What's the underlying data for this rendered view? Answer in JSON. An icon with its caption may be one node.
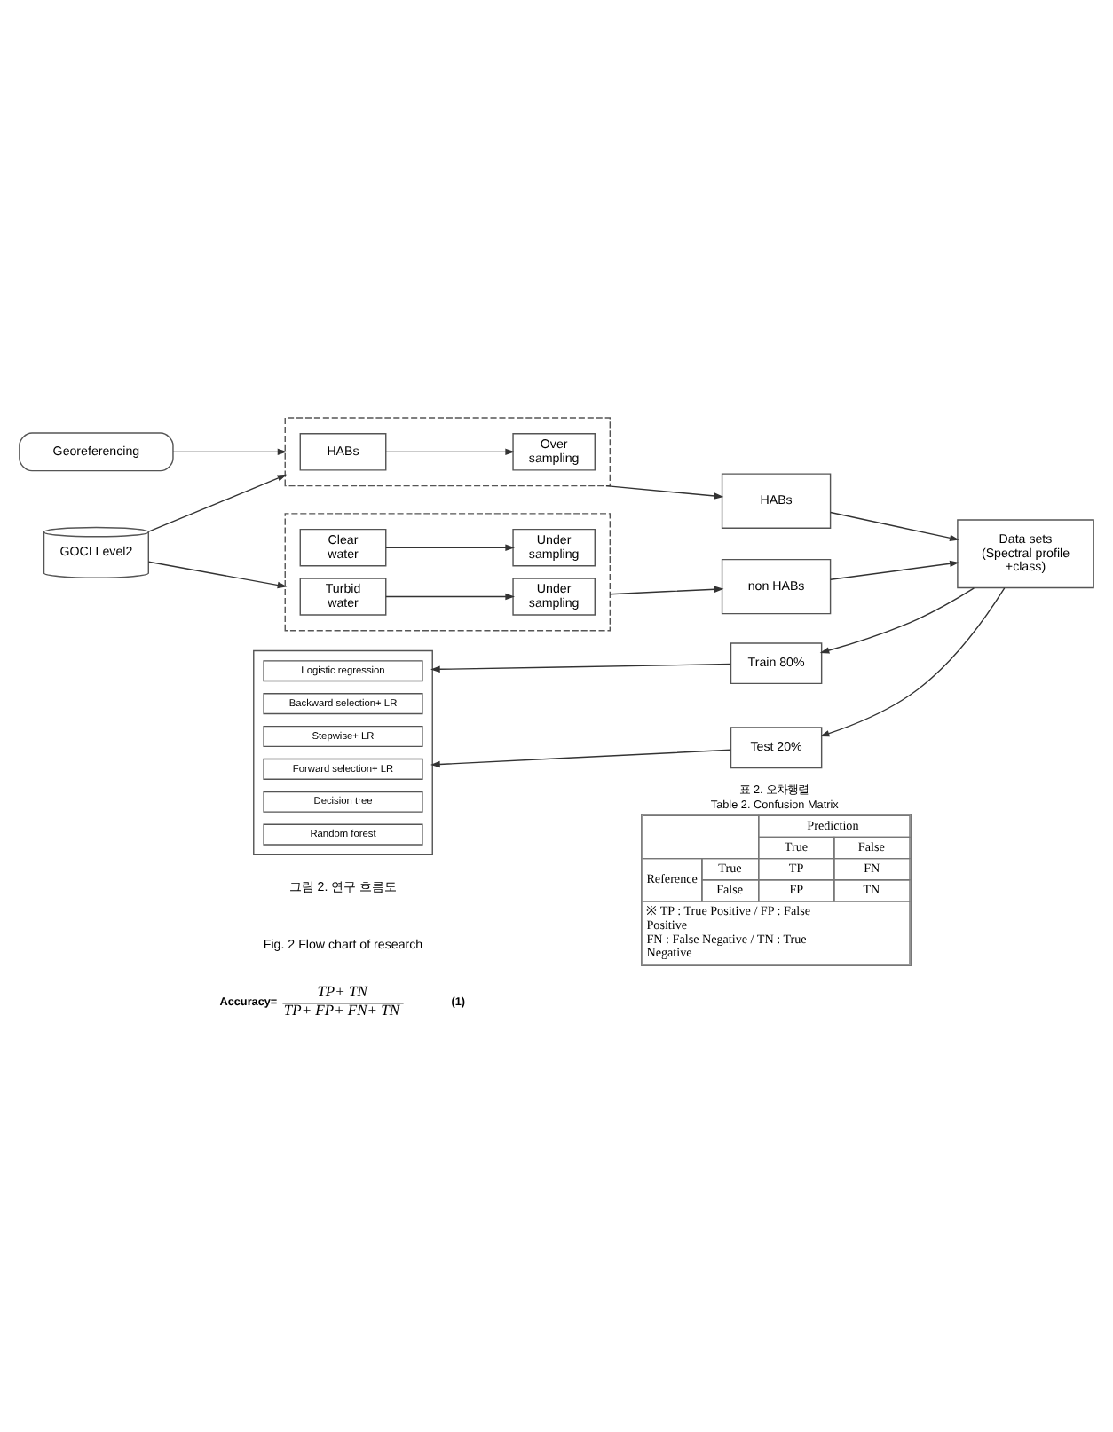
{
  "diagram": {
    "nodes": [
      {
        "text": [
          "Georeferencing"
        ]
      },
      {
        "text": [
          "GOCI Level2"
        ]
      },
      {
        "text": [],
        "shape": "box"
      },
      {
        "text": [
          "HABs"
        ],
        "in": 2
      },
      {
        "text": [
          "Over sampling"
        ],
        "in": 2
      },
      {
        "text": [],
        "shape": "box"
      },
      {
        "text": [
          "Clear water"
        ],
        "in": 5
      },
      {
        "text": [
          "Under sampling"
        ],
        "in": 5
      },
      {
        "text": [
          "Turbid water"
        ],
        "in": 5
      },
      {
        "text": [
          "Under sampling"
        ],
        "in": 5
      },
      {
        "text": [
          "HABs"
        ]
      },
      {
        "text": [
          "non HABs"
        ]
      },
      {
        "text": [
          "Data sets (Spectral profile +class)"
        ]
      },
      {
        "text": [
          "Train 80%"
        ]
      },
      {
        "text": [
          "Test 20%"
        ]
      },
      {
        "text": [],
        "shape": "box"
      },
      {
        "text": [
          "Logistic regression"
        ],
        "in": 15
      },
      {
        "text": [
          "Backward selection+ LR"
        ],
        "in": 15
      },
      {
        "text": [
          "Stepwise+ LR"
        ],
        "in": 15
      },
      {
        "text": [
          "Forward selection+ LR"
        ],
        "in": 15
      },
      {
        "text": [
          "Decision tree"
        ],
        "in": 15
      },
      {
        "text": [
          "Random forest"
        ],
        "in": 15
      }
    ],
    "edges": [
      {
        "from": 0,
        "to": 2,
        "arrow": "to"
      },
      {
        "from": 1,
        "to": 2,
        "arrow": "to"
      },
      {
        "from": 1,
        "to": 5,
        "arrow": "to"
      },
      {
        "from": 3,
        "to": 4,
        "arrow": "to"
      },
      {
        "from": 6,
        "to": 7,
        "arrow": "to"
      },
      {
        "from": 8,
        "to": 9,
        "arrow": "to"
      },
      {
        "from": 2,
        "to": 10,
        "arrow": "to"
      },
      {
        "from": 5,
        "to": 11,
        "arrow": "to"
      },
      {
        "from": 10,
        "to": 12,
        "arrow": "to"
      },
      {
        "from": 11,
        "to": 12,
        "arrow": "to"
      },
      {
        "from": 12,
        "to": 13,
        "arrow": "to"
      },
      {
        "from": 12,
        "to": 14,
        "arrow": "to"
      },
      {
        "from": 13,
        "to": 15,
        "arrow": "to"
      },
      {
        "from": 14,
        "to": 15,
        "arrow": "to"
      }
    ],
    "labels": [
      "그림 2. 연구 흐름도",
      "Fig. 2 Flow chart of research",
      "Accuracy=",
      "TP+ TN",
      "TP+ FP+ FN+ TN",
      "(1)",
      "표 2. 오차행렬",
      "Table 2. Confusion Matrix",
      "Prediction",
      "True",
      "False",
      "Reference",
      "True",
      "TP",
      "FN",
      "False",
      "FP",
      "TN",
      "※ TP : True Positive / FP : False Positive",
      "FN : False Negative / TN : True Negative"
    ]
  }
}
